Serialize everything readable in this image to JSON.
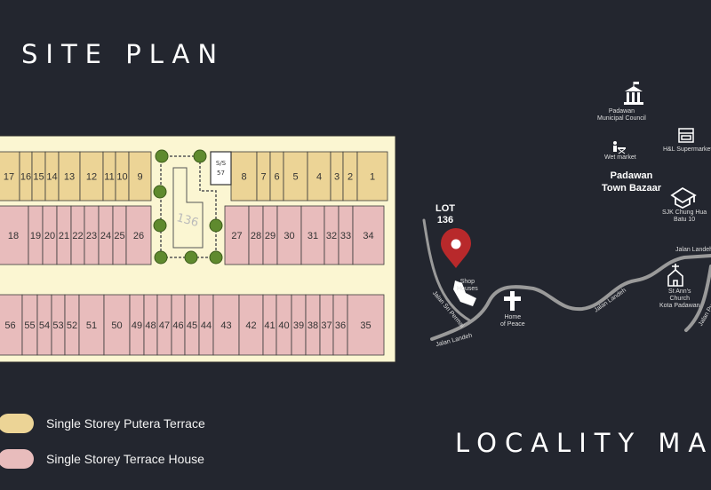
{
  "site_plan": {
    "title": "SITE PLAN",
    "park_lot": "136",
    "substation": {
      "line1": "S/S",
      "line2": "57"
    },
    "top_left_lots": [
      "17",
      "16",
      "15",
      "14",
      "13",
      "12",
      "11",
      "10",
      "9"
    ],
    "top_right_lots": [
      "8",
      "7",
      "6",
      "5",
      "4",
      "3",
      "2",
      "1"
    ],
    "mid_left_lots": [
      "18",
      "19",
      "20",
      "21",
      "22",
      "23",
      "24",
      "25",
      "26"
    ],
    "mid_right_lots": [
      "27",
      "28",
      "29",
      "30",
      "31",
      "32",
      "33",
      "34"
    ],
    "bottom_lots": [
      "56",
      "55",
      "54",
      "53",
      "52",
      "51",
      "50",
      "49",
      "48",
      "47",
      "46",
      "45",
      "44",
      "43",
      "42",
      "41",
      "40",
      "39",
      "38",
      "37",
      "36",
      "35"
    ],
    "colors": {
      "background": "#fbf6d2",
      "putera": "#ecd496",
      "terrace": "#e8bcbc",
      "tree": "#5f8a2e"
    }
  },
  "legend": [
    {
      "label": "Single Storey Putera Terrace",
      "color": "#ecd496"
    },
    {
      "label": "Single Storey Terrace House",
      "color": "#e8bcbc"
    }
  ],
  "locality_map": {
    "title": "LOCALITY MAP",
    "lot_label": {
      "line1": "LOT",
      "line2": "136"
    },
    "pin_color": "#b8292b",
    "landmarks": {
      "council": {
        "line1": "Padawan",
        "line2": "Municipal Council",
        "icon": "government-building-icon"
      },
      "wet_market": {
        "label": "Wet market",
        "icon": "market-stall-icon"
      },
      "supermarket": {
        "label": "H&L Supermarket",
        "icon": "store-icon"
      },
      "bazaar": {
        "line1": "Padawan",
        "line2": "Town Bazaar"
      },
      "school": {
        "line1": "SJK Chung Hua",
        "line2": "Batu 10",
        "icon": "graduation-cap-icon"
      },
      "shop_houses": {
        "line1": "Shop",
        "line2": "Houses"
      },
      "home_of_peace": {
        "line1": "Home",
        "line2": "of Peace",
        "icon": "cross-icon"
      },
      "church": {
        "line1": "St Ann's",
        "line2": "Church",
        "line3": "Kota Padawan",
        "icon": "church-icon"
      }
    },
    "roads": {
      "landeh_1": "Jalan Landeh",
      "landeh_2": "Jalan Landeh",
      "landeh_3": "Jalan Landeh",
      "sri_permai": "Jalan Sri Permai",
      "puncak": "Jalan Puncak"
    }
  }
}
